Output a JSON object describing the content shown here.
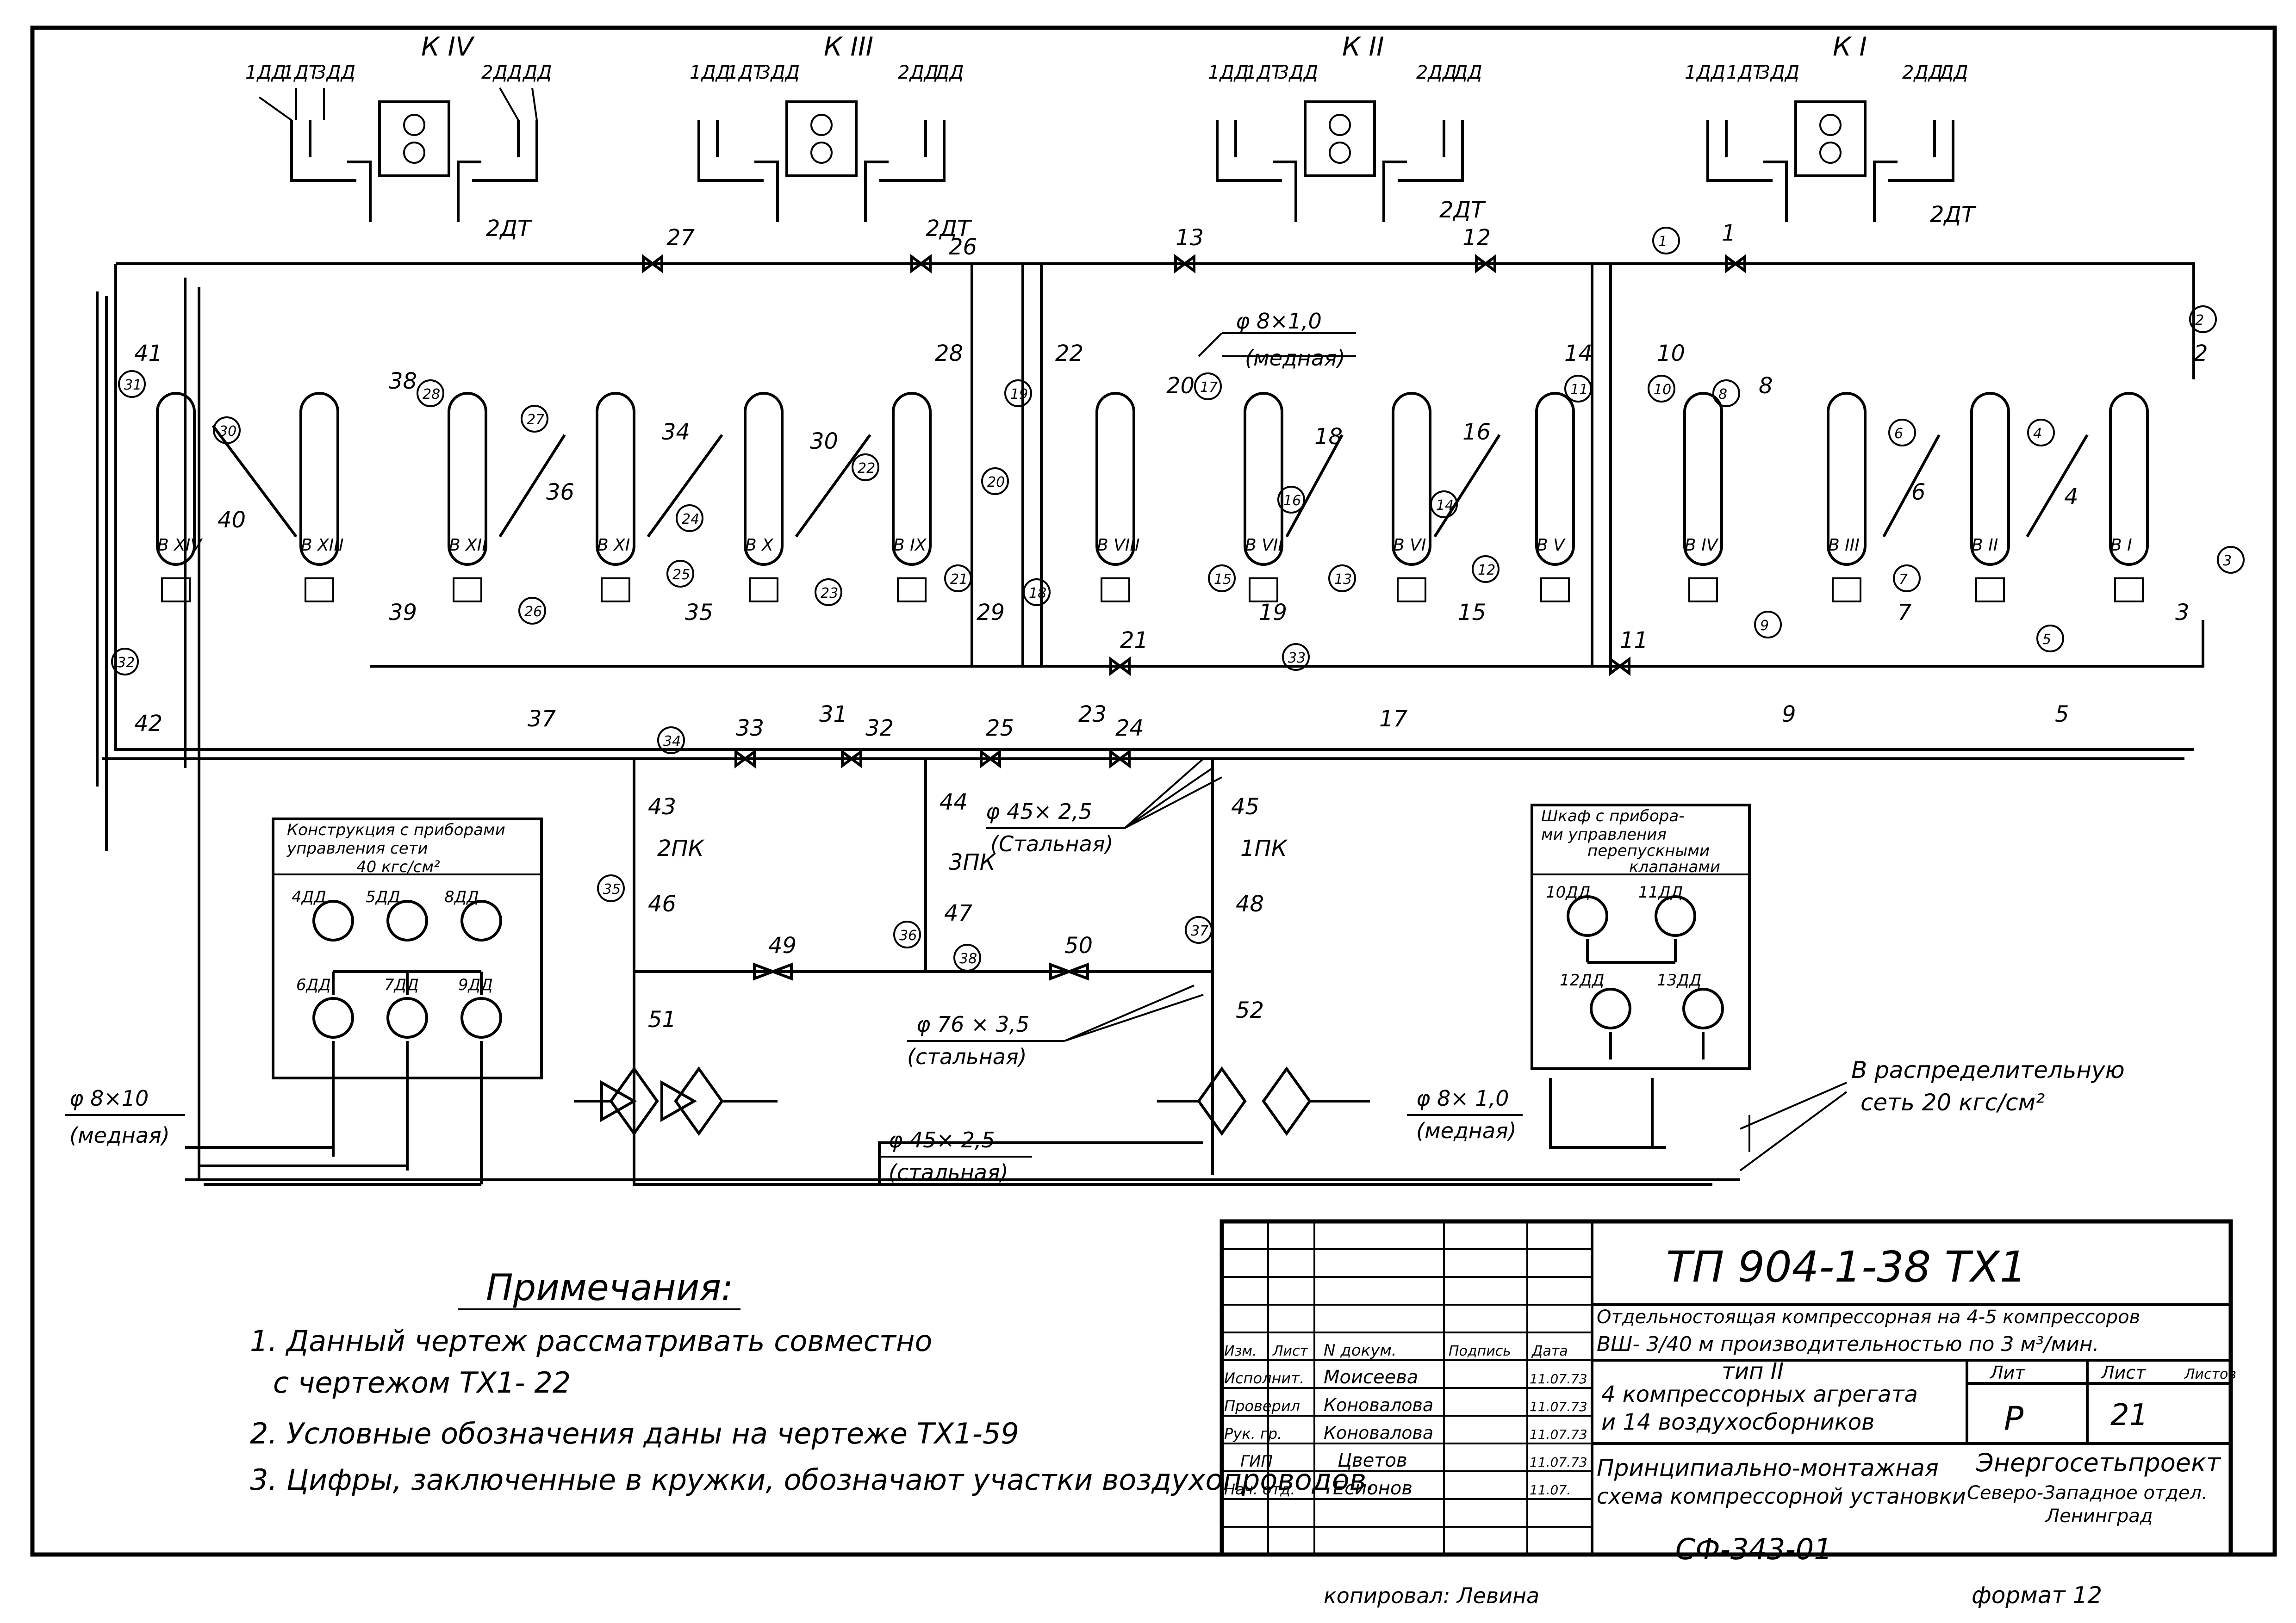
{
  "compressors": [
    {
      "label": "К IV",
      "gauges": [
        "1ДД",
        "1ДТ",
        "3ДД",
        "2ДД",
        "ДД"
      ],
      "tag": "2ДТ"
    },
    {
      "label": "К III",
      "gauges": [
        "1ДД",
        "1ДТ",
        "3ДД",
        "2ДД",
        "ДД"
      ],
      "tag": "2ДТ"
    },
    {
      "label": "К II",
      "gauges": [
        "1ДД",
        "1ДТ",
        "3ДД",
        "2ДД",
        "ДД"
      ],
      "tag": "2ДТ"
    },
    {
      "label": "К I",
      "gauges": [
        "1ДД",
        "1ДТ",
        "3ДД",
        "2ДД",
        "ДД"
      ],
      "tag": "2ДТ"
    }
  ],
  "receivers": [
    "В XIV",
    "В XIII",
    "В XII",
    "В XI",
    "В X",
    "В IX",
    "В VIII",
    "В VII",
    "В VI",
    "В V",
    "В IV",
    "В III",
    "В II",
    "В I"
  ],
  "valve_labels": {
    "top_line": [
      "27",
      "26",
      "13",
      "12",
      "1"
    ],
    "risers": [
      "41",
      "28",
      "22",
      "14",
      "10",
      "2"
    ],
    "row1": [
      "38",
      "20",
      "8"
    ],
    "diag": [
      "40",
      "36",
      "34",
      "30",
      "18",
      "16",
      "6",
      "4"
    ],
    "row2": [
      "39",
      "35",
      "29",
      "19",
      "15",
      "7",
      "3"
    ],
    "mid_line": [
      "21",
      "11"
    ],
    "row3": [
      "42",
      "37",
      "31",
      "23",
      "17",
      "9",
      "5"
    ],
    "low_line": [
      "33",
      "32",
      "25",
      "24"
    ],
    "regulators": [
      "43",
      "2ПК",
      "46",
      "44",
      "3ПК",
      "47",
      "45",
      "1ПК",
      "48",
      "49",
      "50",
      "51",
      "52"
    ]
  },
  "section_circles": [
    "31",
    "32",
    "28",
    "27",
    "30",
    "26",
    "24",
    "25",
    "22",
    "23",
    "20",
    "21",
    "19",
    "18",
    "17",
    "16",
    "15",
    "14",
    "13",
    "12",
    "11",
    "10",
    "9",
    "8",
    "6",
    "7",
    "5",
    "4",
    "3",
    "2",
    "1",
    "33",
    "34",
    "35",
    "36",
    "37",
    "38"
  ],
  "pipe_labels": {
    "copper_top": "φ 8×1,0",
    "copper_top_note": "(медная)",
    "steel_45_mid": "φ 45× 2,5",
    "steel_45_mid_note": "(Стальная)",
    "steel_76": "φ 76 × 3,5",
    "steel_76_note": "(стальная)",
    "steel_45_bottom": "φ 45× 2,5",
    "steel_45_bottom_note": "(стальная)",
    "copper_left": "φ 8×10",
    "copper_left_note": "(медная)",
    "copper_right": "φ 8× 1,0",
    "copper_right_note": "(медная)",
    "distribution_1": "В распределительную",
    "distribution_2": "сеть 20 кгс/см²"
  },
  "panel_left": {
    "title_1": "Конструкция с приборами",
    "title_2": "управления сети",
    "title_3": "40 кгс/см²",
    "gauges_top": [
      "4ДД",
      "5ДД",
      "8ДД"
    ],
    "gauges_bottom": [
      "6ДД",
      "7ДД",
      "9ДД"
    ]
  },
  "panel_right": {
    "title_1": "Шкаф с прибора-",
    "title_2": "ми управления",
    "title_3": "перепускными",
    "title_4": "клапанами",
    "gauges_top": [
      "10ДД",
      "11ДД"
    ],
    "gauges_bottom": [
      "12ДД",
      "13ДД"
    ]
  },
  "notes": {
    "heading": "Примечания:",
    "n1a": "1. Данный чертеж рассматривать совместно",
    "n1b": "с чертежом ТХ1- 22",
    "n2": "2. Условные обозначения даны на чертеже ТХ1-59",
    "n3": "3. Цифры, заключенные в кружки, обозначают участки воздухопроводов."
  },
  "title_block": {
    "doc_code": "ТП 904-1-38 ТХ1",
    "desc_1": "Отдельностоящая компрессорная на 4-5 компрессоров",
    "desc_2": "ВШ- 3/40 м производительностью по 3 м³/мин.",
    "type": "тип II",
    "comp_1": "4 компрессорных агрегата",
    "comp_2": "и 14 воздухосборников",
    "sheet_title_1": "Принципиально-монтажная",
    "sheet_title_2": "схема компрессорной установки",
    "org_1": "Энергосетьпроект",
    "org_2": "Северо-Западное отдел.",
    "org_3": "Ленинград",
    "col_lit": "Лит",
    "col_sheet": "Лист",
    "col_sheets": "Листов",
    "lit_value": "Р",
    "sheet_value": "21",
    "header_cols": [
      "Изм.",
      "Лист",
      "N докум.",
      "Подпись",
      "Дата"
    ],
    "rows": [
      {
        "role": "Исполнит.",
        "name": "Моисеева",
        "date": "11.07.73"
      },
      {
        "role": "Проверил",
        "name": "Коновалова",
        "date": "11.07.73"
      },
      {
        "role": "Рук. гр.",
        "name": "Коновалова",
        "date": "11.07.73"
      },
      {
        "role": "ГИП",
        "name": "Цветов",
        "date": "11.07.73"
      },
      {
        "role": "Нач. отд.",
        "name": "Есионов",
        "date": "11.07."
      }
    ],
    "archive_no": "СФ-343-01"
  },
  "footer": {
    "copied_by": "копировал: Левина",
    "format": "формат 12"
  }
}
